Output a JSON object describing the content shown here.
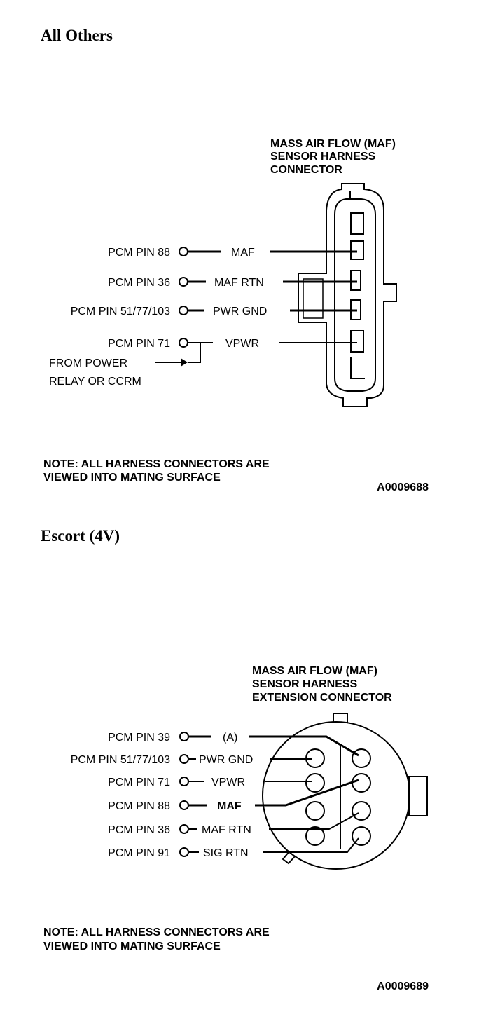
{
  "sections": [
    {
      "title": "All Others",
      "connector_title": [
        "MASS AIR FLOW (MAF)",
        "SENSOR HARNESS",
        "CONNECTOR"
      ],
      "pins": [
        {
          "pcm": "PCM PIN 88",
          "signal": "MAF"
        },
        {
          "pcm": "PCM PIN 36",
          "signal": "MAF RTN"
        },
        {
          "pcm": "PCM PIN 51/77/103",
          "signal": "PWR GND"
        },
        {
          "pcm": "PCM PIN 71",
          "signal": "VPWR"
        }
      ],
      "from_power": [
        "FROM POWER",
        "RELAY OR CCRM"
      ],
      "note": [
        "NOTE: ALL HARNESS CONNECTORS ARE",
        "VIEWED INTO MATING SURFACE"
      ],
      "figure_id": "A0009688"
    },
    {
      "title": "Escort (4V)",
      "connector_title": [
        "MASS AIR FLOW (MAF)",
        "SENSOR HARNESS",
        "EXTENSION CONNECTOR"
      ],
      "pins": [
        {
          "pcm": "PCM PIN 39",
          "signal": "(A)"
        },
        {
          "pcm": "PCM PIN 51/77/103",
          "signal": "PWR GND"
        },
        {
          "pcm": "PCM PIN 71",
          "signal": "VPWR"
        },
        {
          "pcm": "PCM PIN 88",
          "signal": "MAF"
        },
        {
          "pcm": "PCM PIN 36",
          "signal": "MAF RTN"
        },
        {
          "pcm": "PCM PIN 91",
          "signal": "SIG RTN"
        }
      ],
      "note": [
        "NOTE: ALL HARNESS CONNECTORS ARE",
        "VIEWED INTO MATING SURFACE"
      ],
      "figure_id": "A0009689"
    }
  ]
}
